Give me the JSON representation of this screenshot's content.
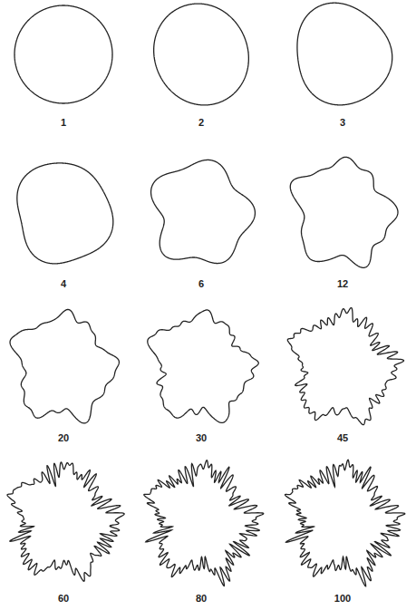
{
  "diagram": {
    "labels": [
      "1",
      "2",
      "3",
      "4",
      "6",
      "12",
      "20",
      "30",
      "45",
      "60",
      "80",
      "100"
    ]
  }
}
